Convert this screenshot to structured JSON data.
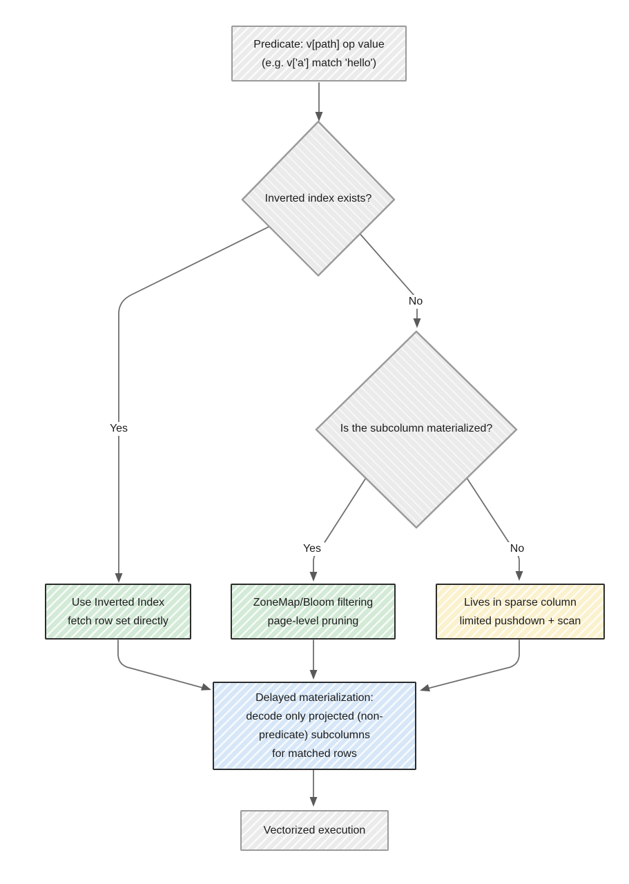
{
  "colors": {
    "gray_fill": "#ebebeb",
    "gray_border": "#9a9a9a",
    "green_fill": "#d3ead6",
    "yellow_fill": "#fbf1cd",
    "blue_fill": "#d7e7f8",
    "dark_border": "#2b2b2b",
    "line": "#6e6e6e",
    "arrowhead": "#5a5a5a",
    "text": "#1b1b1b"
  },
  "nodes": {
    "predicate": {
      "lines": [
        "Predicate: v[path] op value",
        "(e.g. v['a'] match 'hello')"
      ]
    },
    "decision_inverted_index": {
      "label": "Inverted index exists?"
    },
    "decision_materialized": {
      "label": "Is the subcolumn materialized?"
    },
    "use_inverted_index": {
      "lines": [
        "Use Inverted Index",
        "fetch row set directly"
      ]
    },
    "zonemap_bloom": {
      "lines": [
        "ZoneMap/Bloom filtering",
        "page-level pruning"
      ]
    },
    "sparse_column": {
      "lines": [
        "Lives in sparse column",
        "limited pushdown + scan"
      ]
    },
    "delayed_materialization": {
      "lines": [
        "Delayed materialization:",
        "decode only projected (non-",
        "predicate) subcolumns",
        "for matched rows"
      ]
    },
    "vectorized": {
      "label": "Vectorized execution"
    }
  },
  "edge_labels": {
    "inverted_yes": "Yes",
    "inverted_no": "No",
    "materialized_yes": "Yes",
    "materialized_no": "No"
  }
}
